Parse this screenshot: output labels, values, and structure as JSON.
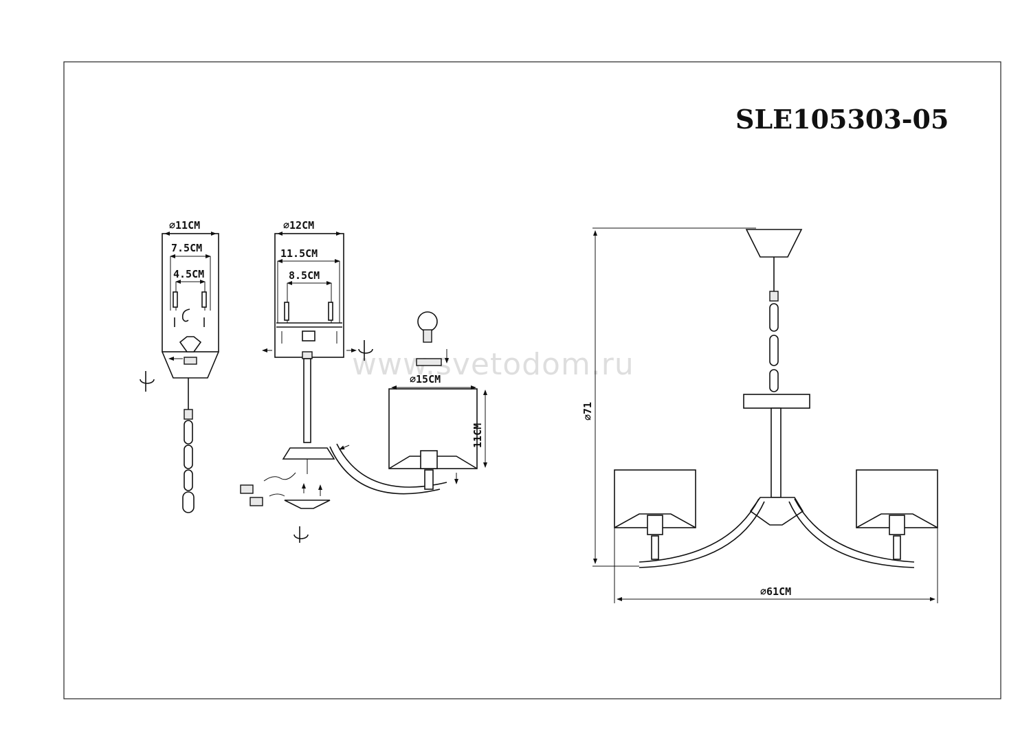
{
  "model_code": "SLE105303-05",
  "watermark": "www.svetodom.ru",
  "dimensions": {
    "canopy_diameter": "⌀11CM",
    "canopy_outer_mount": "7.5CM",
    "canopy_inner_mount": "4.5CM",
    "base_diameter": "⌀12CM",
    "base_outer_mount": "11.5CM",
    "base_inner_mount": "8.5CM",
    "shade_diameter": "⌀15CM",
    "shade_height": "11CM",
    "total_height": "⌀71",
    "total_width": "⌀61CM"
  }
}
